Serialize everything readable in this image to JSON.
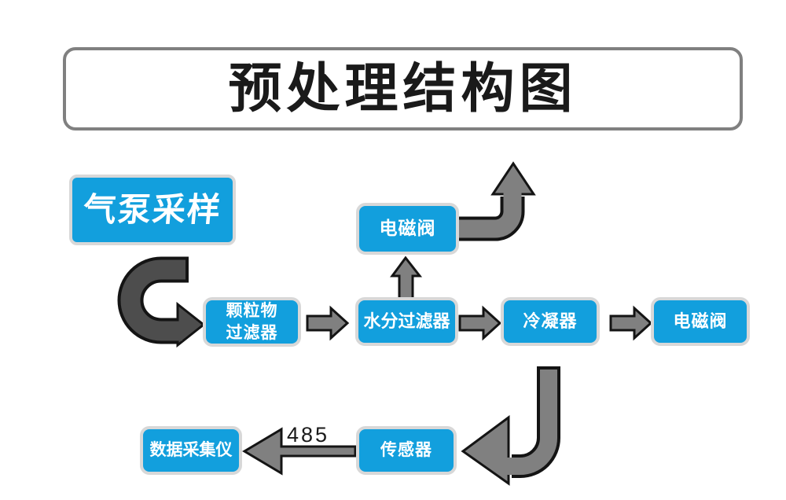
{
  "title": "预处理结构图",
  "colors": {
    "node_fill": "#129FDD",
    "node_border": "#d8d8d8",
    "arrow_gray": "#808080",
    "arrow_dark": "#4d4d4d",
    "outline": "#141414",
    "title_border": "#808080",
    "text_white": "#ffffff",
    "text_black": "#1a1a1a"
  },
  "nodes": {
    "pump": {
      "label": "气泵采样"
    },
    "valve_top": {
      "label": "电磁阀"
    },
    "particulate": {
      "label": "颗粒物\n过滤器"
    },
    "moisture": {
      "label": "水分过滤器"
    },
    "condenser": {
      "label": "冷凝器"
    },
    "valve_right": {
      "label": "电磁阀"
    },
    "sensor": {
      "label": "传感器"
    },
    "datalogger": {
      "label": "数据采集仪"
    }
  },
  "edges": {
    "sensor_to_datalogger_label": "485"
  }
}
